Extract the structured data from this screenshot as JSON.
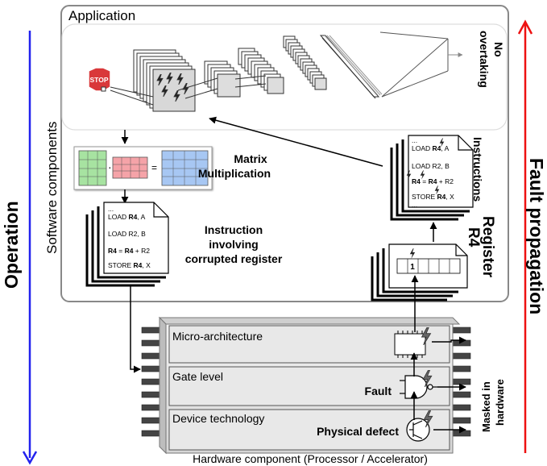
{
  "application_label": "Application",
  "software_components_label": "Software components",
  "stop_sign_text": "STOP",
  "no_overtaking_line1": "No",
  "no_overtaking_line2": "overtaking",
  "matrix_label_line1": "Matrix",
  "matrix_label_line2": "Multiplication",
  "matrix_dot": "·",
  "matrix_equals": "=",
  "left_doc": {
    "dots_top": "...",
    "line1_pre": "LOAD ",
    "line1_reg": "R4",
    "line1_post": ", A",
    "line2": "LOAD R2, B",
    "line3_a": "R4",
    "line3_mid": " = ",
    "line3_b": "R4",
    "line3_post": " + R2",
    "line4_pre": "STORE ",
    "line4_reg": "R4",
    "line4_post": ", X",
    "dots_bottom": "..."
  },
  "right_doc": {
    "dots_top": "...",
    "line1_pre": "LOAD ",
    "line1_reg": "R4",
    "line1_post": ", A",
    "line2": "LOAD R2, B",
    "line3_a": "R4",
    "line3_mid": " = ",
    "line3_b": "R4",
    "line3_post": " + R2",
    "line4_pre": "STORE ",
    "line4_reg": "R4",
    "line4_post": ", X",
    "dots_bottom": "..."
  },
  "instr_involving_line1": "Instruction",
  "instr_involving_line2": "involving",
  "instr_involving_line3": "corrupted register",
  "instructions_label": "Instructions",
  "register_label": "Register",
  "register_name": "R4",
  "register_bit": "1",
  "operation_label": "Operation",
  "fault_propagation_label": "Fault propagation",
  "micro_arch_label": "Micro-architecture",
  "gate_level_label": "Gate level",
  "device_tech_label": "Device technology",
  "fault_label": "Fault",
  "physical_defect_label": "Physical defect",
  "masked_line1": "Masked in",
  "masked_line2": "hardware",
  "hardware_component_label": "Hardware component (Processor / Accelerator)",
  "colors": {
    "operation_blue": "#2222ee",
    "fault_red": "#ee1111",
    "orange_text": "#f39a1e",
    "matrix_green": "#a7e3a1",
    "matrix_pink": "#f5a3a8",
    "matrix_blue": "#a7c7f3",
    "stop_red": "#d9383a",
    "layer_gray": "#e4e4e4"
  }
}
